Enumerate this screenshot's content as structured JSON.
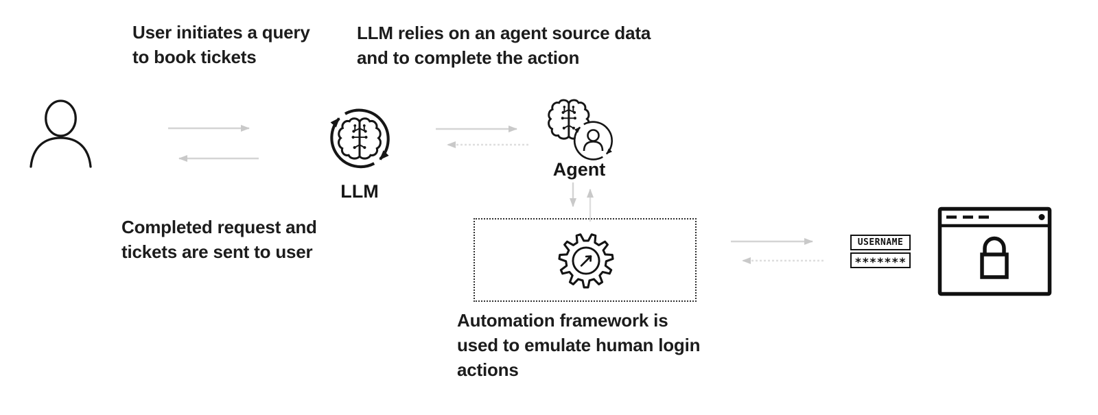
{
  "diagram": {
    "step_user_query": "User initiates a query\nto book tickets",
    "step_llm_agent": "LLM relies on an agent source data\nand to complete the action",
    "step_completed": "Completed request and\ntickets are sent to user",
    "step_automation": "Automation framework is\nused to emulate human login\nactions",
    "llm_label": "LLM",
    "agent_label": "Agent"
  },
  "login_form": {
    "username": "USERNAME",
    "password_mask": "*******"
  },
  "icons": {
    "user": "person-outline-icon",
    "llm": "brain-in-sync-arrows-icon",
    "agent": "brain-with-person-sync-icon",
    "automation": "gear-with-arrow-icon",
    "secure_site": "browser-window-lock-icon"
  },
  "colors": {
    "ink": "#1c1c1c",
    "arrow_gray": "#d4d4d4",
    "arrow_gray_light": "#dedede",
    "background": "#ffffff"
  }
}
